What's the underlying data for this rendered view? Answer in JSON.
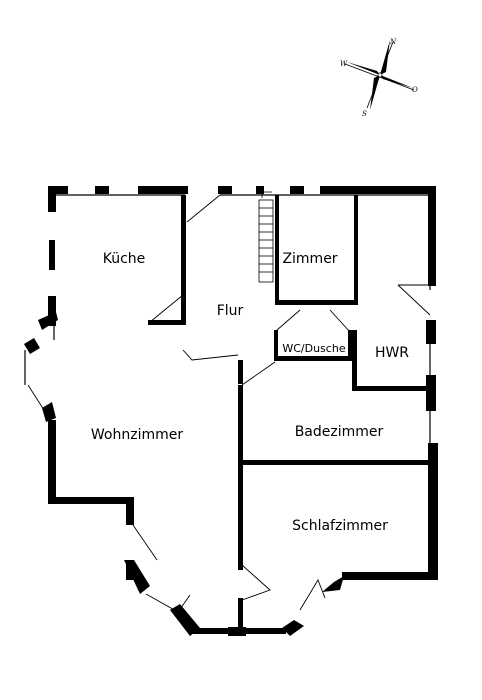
{
  "compass": {
    "north": "N",
    "south": "S",
    "east": "O",
    "west": "W"
  },
  "rooms": {
    "kueche": "Küche",
    "flur": "Flur",
    "zimmer": "Zimmer",
    "wc_dusche": "WC/Dusche",
    "hwr": "HWR",
    "wohnzimmer": "Wohnzimmer",
    "badezimmer": "Badezimmer",
    "schlafzimmer": "Schlafzimmer"
  }
}
